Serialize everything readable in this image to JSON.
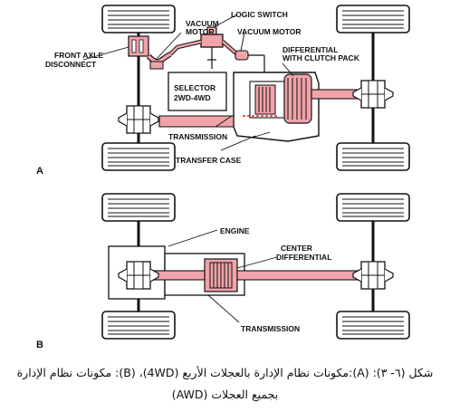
{
  "panel_a": {
    "letter": "A",
    "labels": {
      "front_axle_1": "FRONT AXLE",
      "front_axle_2": "DISCONNECT",
      "vacuum_motor_left_1": "VACUUM",
      "vacuum_motor_left_2": "MOTOR",
      "logic_switch": "LOGIC SWITCH",
      "vacuum_motor_right": "VACUUM MOTOR",
      "differential_1": "DIFFERENTIAL",
      "differential_2": "WITH CLUTCH PACK",
      "selector_1": "SELECTOR",
      "selector_2": "2WD-4WD",
      "transmission": "TRANSMISSION",
      "transfer_case": "TRANSFER CASE"
    }
  },
  "panel_b": {
    "letter": "B",
    "labels": {
      "engine": "ENGINE",
      "center_differential_1": "CENTER",
      "center_differential_2": "DIFFERENTIAL",
      "transmission": "TRANSMISSION"
    }
  },
  "caption": {
    "line1": "شكل (٦- ٣): (A):مكونات نظام الإدارة بالعجلات الأربع (4WD)، (B): مكونات نظام الإدارة",
    "line2": "بجميع العجلات (AWD)"
  },
  "colors": {
    "accent": "#f0a3a9",
    "ink": "#111111"
  }
}
